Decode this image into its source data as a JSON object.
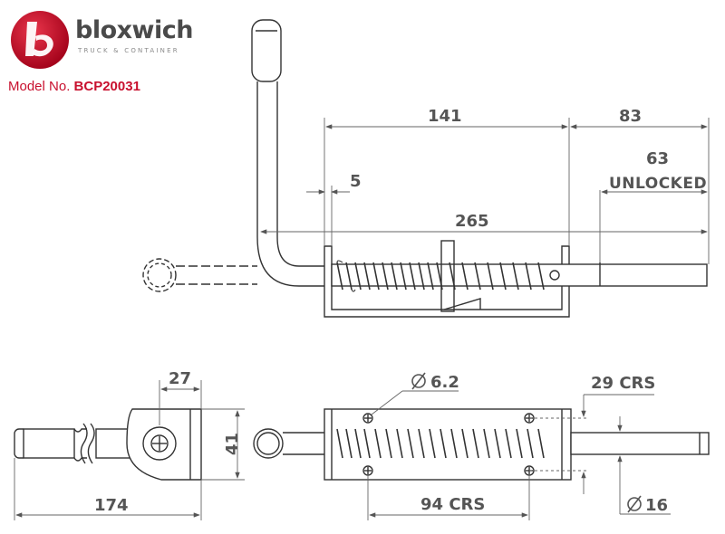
{
  "brand": {
    "name": "bloxwich",
    "tagline": "TRUCK & CONTAINER",
    "color": "#c8102e"
  },
  "model": {
    "label": "Model No.",
    "number": "BCP20031"
  },
  "dimensions": {
    "top_141": "141",
    "top_83": "83",
    "top_63": "63",
    "top_unlocked": "UNLOCKED",
    "top_5": "5",
    "top_265": "265",
    "bl_27": "27",
    "bl_41": "41",
    "bl_174": "174",
    "br_dia62": "6.2",
    "br_29crs": "29 CRS",
    "br_94crs": "94 CRS",
    "br_dia16": "16"
  }
}
